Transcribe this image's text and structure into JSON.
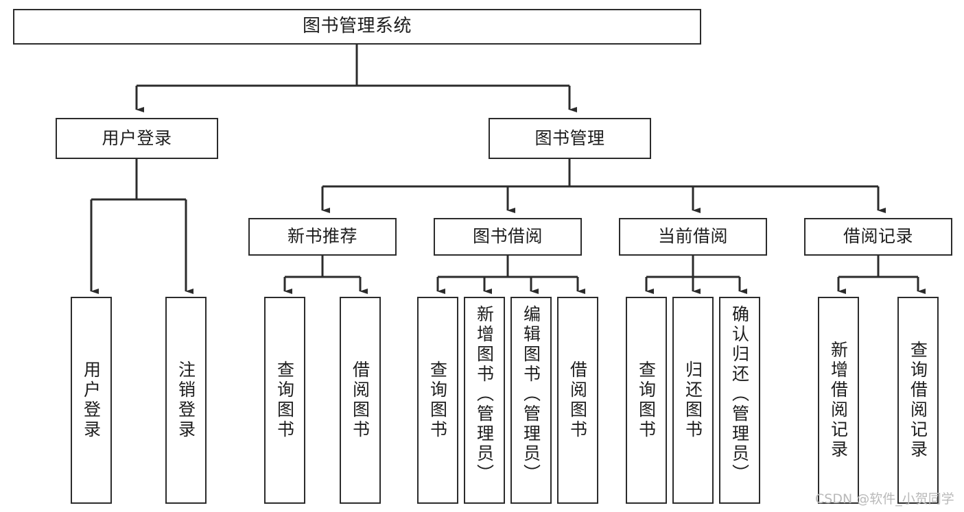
{
  "diagram": {
    "title": "图书管理系统",
    "type": "tree",
    "orientation": "top-down",
    "colors": {
      "node_border": "#2b2b2b",
      "node_fill": "#ffffff",
      "edge": "#2b2b2b",
      "text": "#1d1d1d",
      "background": "#ffffff",
      "watermark": "#b9b9b9"
    },
    "nodes": {
      "root": {
        "label": "图书管理系统",
        "orientation": "horizontal"
      },
      "level2": [
        {
          "id": "user-login",
          "label": "用户登录",
          "orientation": "horizontal"
        },
        {
          "id": "book-manage",
          "label": "图书管理",
          "orientation": "horizontal"
        }
      ],
      "level3": [
        {
          "id": "new-book-recommend",
          "label": "新书推荐",
          "orientation": "horizontal"
        },
        {
          "id": "book-borrow",
          "label": "图书借阅",
          "orientation": "horizontal"
        },
        {
          "id": "current-borrow",
          "label": "当前借阅",
          "orientation": "horizontal"
        },
        {
          "id": "borrow-record",
          "label": "借阅记录",
          "orientation": "horizontal"
        }
      ],
      "leaves": [
        {
          "id": "leaf-user-login",
          "label": "用户登录",
          "parent": "user-login",
          "orientation": "vertical"
        },
        {
          "id": "leaf-logout",
          "label": "注销登录",
          "parent": "user-login",
          "orientation": "vertical"
        },
        {
          "id": "leaf-query-book-1",
          "label": "查询图书",
          "parent": "new-book-recommend",
          "orientation": "vertical"
        },
        {
          "id": "leaf-borrow-book-1",
          "label": "借阅图书",
          "parent": "new-book-recommend",
          "orientation": "vertical"
        },
        {
          "id": "leaf-query-book-2",
          "label": "查询图书",
          "parent": "book-borrow",
          "orientation": "vertical"
        },
        {
          "id": "leaf-add-book",
          "label": "新增图书（管理员）",
          "parent": "book-borrow",
          "orientation": "vertical"
        },
        {
          "id": "leaf-edit-book",
          "label": "编辑图书（管理员）",
          "parent": "book-borrow",
          "orientation": "vertical"
        },
        {
          "id": "leaf-borrow-book-2",
          "label": "借阅图书",
          "parent": "book-borrow",
          "orientation": "vertical"
        },
        {
          "id": "leaf-query-book-3",
          "label": "查询图书",
          "parent": "current-borrow",
          "orientation": "vertical"
        },
        {
          "id": "leaf-return-book",
          "label": "归还图书",
          "parent": "current-borrow",
          "orientation": "vertical"
        },
        {
          "id": "leaf-confirm-return",
          "label": "确认归还（管理员）",
          "parent": "current-borrow",
          "orientation": "vertical"
        },
        {
          "id": "leaf-add-record",
          "label": "新增借阅记录",
          "parent": "borrow-record",
          "orientation": "vertical"
        },
        {
          "id": "leaf-query-record",
          "label": "查询借阅记录",
          "parent": "borrow-record",
          "orientation": "vertical"
        }
      ]
    },
    "watermark": "CSDN @软件_小贺同学"
  }
}
